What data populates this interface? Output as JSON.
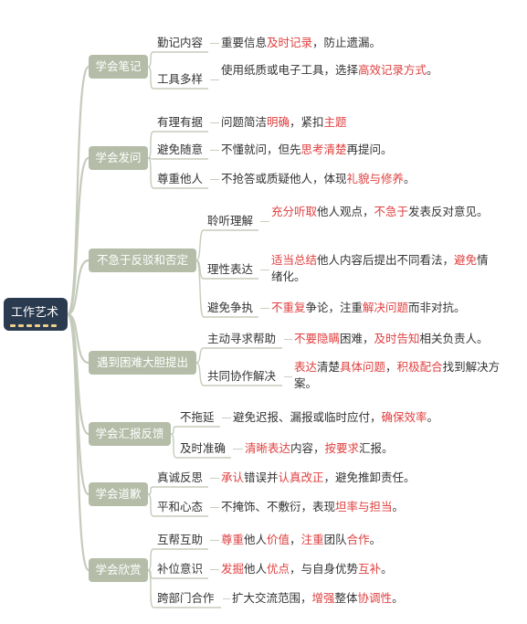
{
  "root": {
    "label": "工作艺术"
  },
  "branches": [
    {
      "label": "学会笔记",
      "items": [
        {
          "topic": "勤记内容",
          "desc": [
            [
              "重要信息",
              ""
            ],
            [
              "及时记录",
              "red"
            ],
            [
              "，防止遗漏。",
              ""
            ]
          ]
        },
        {
          "topic": "工具多样",
          "desc": [
            [
              "使用纸质或电子工具，选择",
              ""
            ],
            [
              "高效记录方式",
              "red"
            ],
            [
              "。",
              ""
            ]
          ]
        }
      ]
    },
    {
      "label": "学会发问",
      "items": [
        {
          "topic": "有理有据",
          "desc": [
            [
              "问题简洁",
              ""
            ],
            [
              "明确",
              "red"
            ],
            [
              "，紧扣",
              ""
            ],
            [
              "主题",
              "red"
            ]
          ]
        },
        {
          "topic": "避免随意",
          "desc": [
            [
              "不懂就问，但先",
              ""
            ],
            [
              "思考清楚",
              "red"
            ],
            [
              "再提问。",
              ""
            ]
          ]
        },
        {
          "topic": "尊重他人",
          "desc": [
            [
              "不抢答或质疑他人，体现",
              ""
            ],
            [
              "礼貌与修养",
              "red"
            ],
            [
              "。",
              ""
            ]
          ]
        }
      ]
    },
    {
      "label": "不急于反驳和否定",
      "items": [
        {
          "topic": "聆听理解",
          "desc": [
            [
              "充分听取",
              "red"
            ],
            [
              "他人观点，",
              ""
            ],
            [
              "不急于",
              "red"
            ],
            [
              "发表反对意见。",
              ""
            ]
          ]
        },
        {
          "topic": "理性表达",
          "desc": [
            [
              "适当总结",
              "red"
            ],
            [
              "他人内容后提出不同看法，",
              ""
            ],
            [
              "避免",
              "red"
            ],
            [
              "情绪化。",
              ""
            ]
          ]
        },
        {
          "topic": "避免争执",
          "desc": [
            [
              "不重复",
              "red"
            ],
            [
              "争论，注重",
              ""
            ],
            [
              "解决问题",
              "red"
            ],
            [
              "而非对抗。",
              ""
            ]
          ]
        }
      ]
    },
    {
      "label": "遇到困难大胆提出",
      "items": [
        {
          "topic": "主动寻求帮助",
          "desc": [
            [
              "不要隐瞒",
              "red"
            ],
            [
              "困难，",
              ""
            ],
            [
              "及时告知",
              "red"
            ],
            [
              "相关负责人。",
              ""
            ]
          ]
        },
        {
          "topic": "共同协作解决",
          "desc": [
            [
              "表达",
              "red"
            ],
            [
              "清楚",
              ""
            ],
            [
              "具体问题",
              "red"
            ],
            [
              "，",
              ""
            ],
            [
              "积极配合",
              "red"
            ],
            [
              "找到解决方案。",
              ""
            ]
          ]
        }
      ]
    },
    {
      "label": "学会汇报反馈",
      "items": [
        {
          "topic": "不拖延",
          "desc": [
            [
              "避免迟报、漏报或临时应付，",
              ""
            ],
            [
              "确保效率",
              "red"
            ],
            [
              "。",
              ""
            ]
          ]
        },
        {
          "topic": "及时准确",
          "desc": [
            [
              "清晰表达",
              "red"
            ],
            [
              "内容，",
              ""
            ],
            [
              "按要求",
              "red"
            ],
            [
              "汇报。",
              ""
            ]
          ]
        }
      ]
    },
    {
      "label": "学会道歉",
      "items": [
        {
          "topic": "真诚反思",
          "desc": [
            [
              "承认",
              "red"
            ],
            [
              "错误并",
              ""
            ],
            [
              "认真改正",
              "red"
            ],
            [
              "，避免推卸责任。",
              ""
            ]
          ]
        },
        {
          "topic": "平和心态",
          "desc": [
            [
              "不掩饰、不敷衍，表现",
              ""
            ],
            [
              "坦率与担当",
              "red"
            ],
            [
              "。",
              ""
            ]
          ]
        }
      ]
    },
    {
      "label": "学会欣赏",
      "items": [
        {
          "topic": "互帮互助",
          "desc": [
            [
              "尊重",
              "red"
            ],
            [
              "他人",
              ""
            ],
            [
              "价值",
              "red"
            ],
            [
              "，",
              ""
            ],
            [
              "注重",
              "red"
            ],
            [
              "团队",
              ""
            ],
            [
              "合作",
              "red"
            ],
            [
              "。",
              ""
            ]
          ]
        },
        {
          "topic": "补位意识",
          "desc": [
            [
              "发掘",
              "red"
            ],
            [
              "他人",
              ""
            ],
            [
              "优点",
              "red"
            ],
            [
              "，与自身优势",
              ""
            ],
            [
              "互补",
              "red"
            ],
            [
              "。",
              ""
            ]
          ]
        },
        {
          "topic": "跨部门合作",
          "desc": [
            [
              "扩大交流范围，",
              ""
            ],
            [
              "增强",
              "red"
            ],
            [
              "整体",
              ""
            ],
            [
              "协调性",
              "red"
            ],
            [
              "。",
              ""
            ]
          ]
        }
      ]
    }
  ],
  "colors": {
    "root_bg": "#2a3a4f",
    "branch_bg": "#b5bda8",
    "line": "#c5cbbb",
    "highlight": "#e04040"
  }
}
